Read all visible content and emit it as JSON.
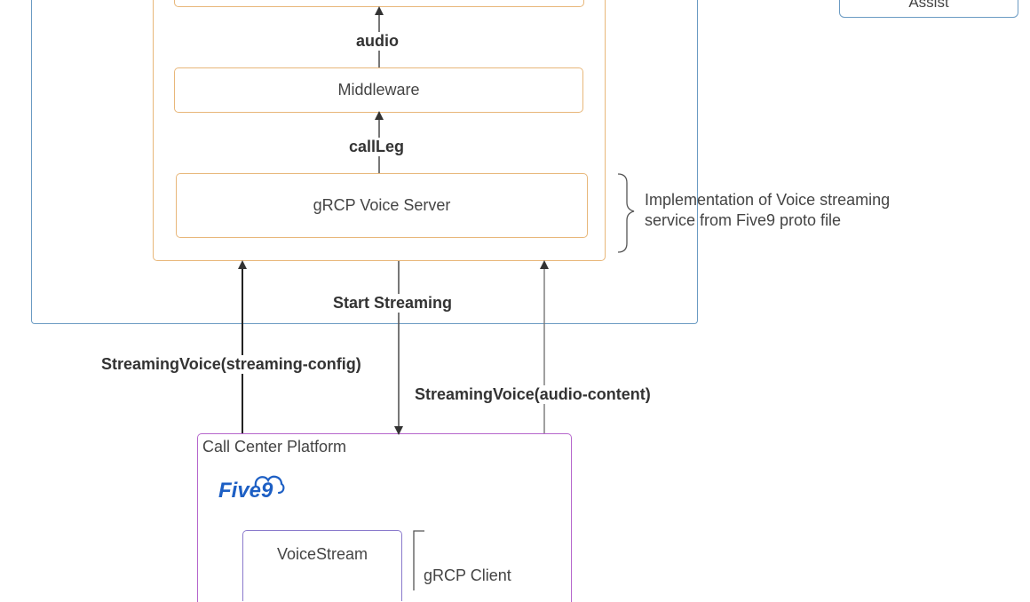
{
  "nodes": {
    "assist_label": "Assist",
    "middleware_label": "Middleware",
    "grcp_server_label": "gRCP Voice Server",
    "call_center_title": "Call Center Platform",
    "voicestream_label": "VoiceStream",
    "grcp_client_label": "gRCP Client"
  },
  "edges": {
    "audio": "audio",
    "call_leg": "callLeg",
    "start_streaming": "Start Streaming",
    "streaming_config": "StreamingVoice(streaming-config)",
    "audio_content": "StreamingVoice(audio-content)"
  },
  "notes": {
    "implementation_line1": "Implementation of Voice streaming",
    "implementation_line2": "service from Five9 proto file"
  },
  "logo": {
    "text": "Five9",
    "color": "#1d5fc4"
  },
  "colors": {
    "blue_border": "#6b9bc3",
    "orange_border": "#e8b77a",
    "purple_border": "#b566cc",
    "arrow": "#333333"
  }
}
